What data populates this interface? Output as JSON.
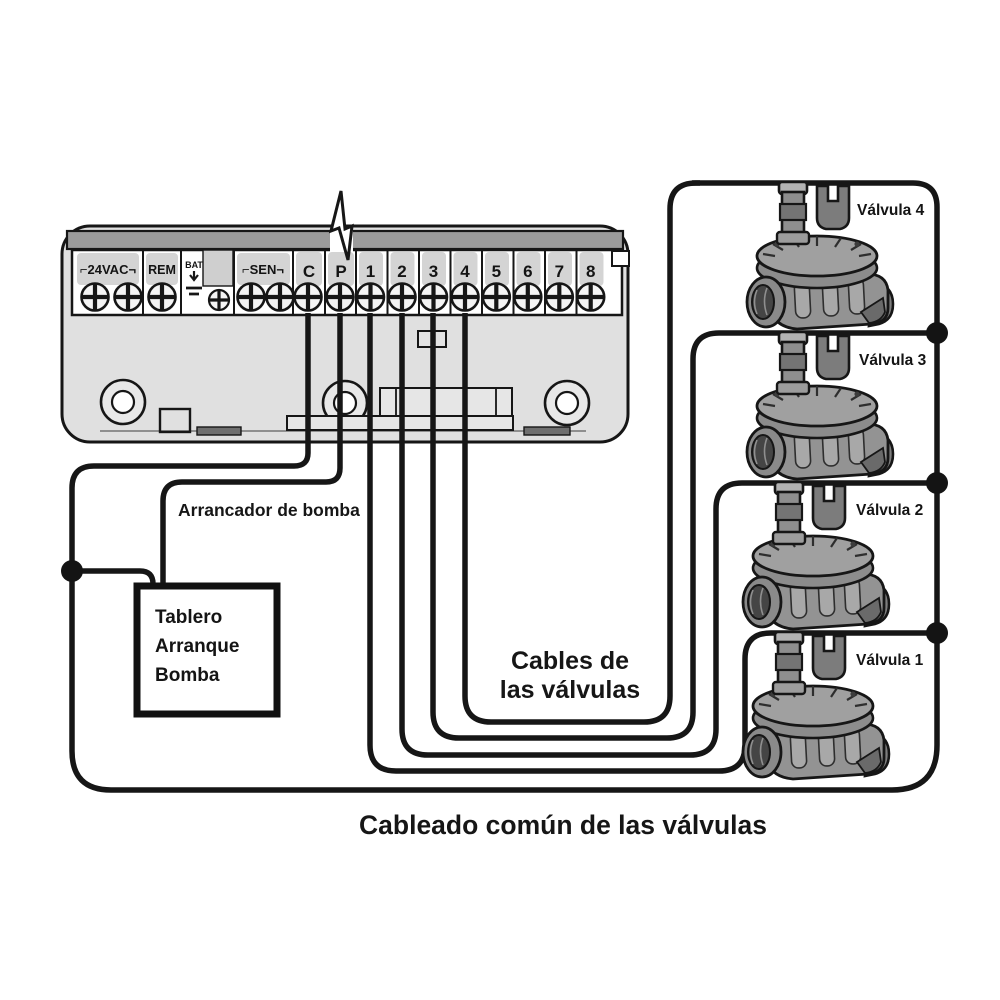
{
  "controller": {
    "power_label": "⌐24VAC¬",
    "remote_label": "REM",
    "battery_label": "BAT",
    "sensor_label": "⌐SEN¬",
    "common_label": "C",
    "pump_label": "P",
    "stations": [
      "1",
      "2",
      "3",
      "4",
      "5",
      "6",
      "7",
      "8"
    ]
  },
  "pump": {
    "starter_label": "Arrancador de bomba",
    "box_lines": [
      "Tablero",
      "Arranque",
      "Bomba"
    ]
  },
  "valves": {
    "labels": [
      "Válvula 4",
      "Válvula 3",
      "Válvula 2",
      "Válvula 1"
    ]
  },
  "captions": {
    "cables_line1": "Cables de",
    "cables_line2": "las válvulas",
    "common_wiring": "Cableado común de las válvulas"
  },
  "colors": {
    "wire": "#161616",
    "controller_body": "#e0e0e0",
    "top_band": "#9b9b9b",
    "terminal_chip": "#d4d4d4",
    "valve_gray": "#939393",
    "background": "#ffffff"
  }
}
